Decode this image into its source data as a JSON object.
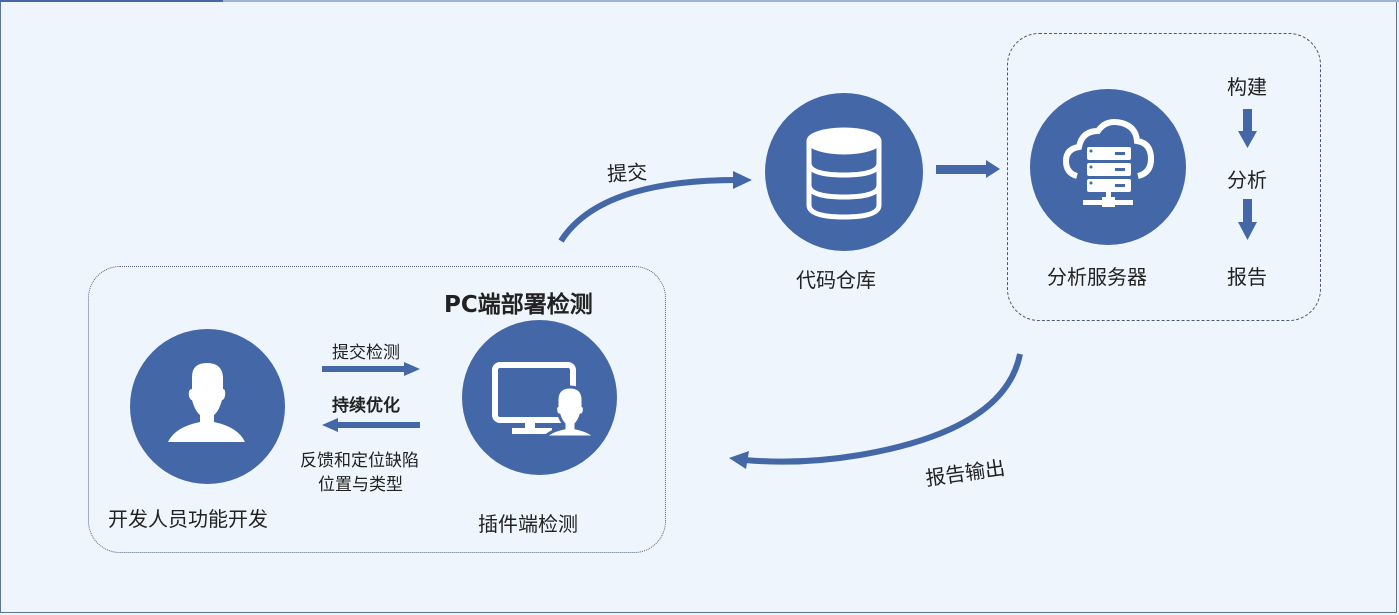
{
  "colors": {
    "primary": "#4467a7",
    "background": "#eef5fc",
    "text": "#222222",
    "border": "#55657e"
  },
  "pc_group": {
    "title": "PC端部署检测",
    "developer": {
      "icon": "user-icon",
      "label": "开发人员功能开发"
    },
    "plugin": {
      "icon": "monitor-user-icon",
      "label": "插件端检测"
    },
    "arrow_forward_label": "提交检测",
    "loop_label": "持续优化",
    "arrow_back_label_line1": "反馈和定位缺陷",
    "arrow_back_label_line2": "位置与类型"
  },
  "repository": {
    "icon": "database-icon",
    "label": "代码仓库",
    "submit_label": "提交"
  },
  "server_group": {
    "server": {
      "icon": "cloud-server-icon",
      "label": "分析服务器"
    },
    "steps": [
      "构建",
      "分析",
      "报告"
    ]
  },
  "report_output_label": "报告输出"
}
